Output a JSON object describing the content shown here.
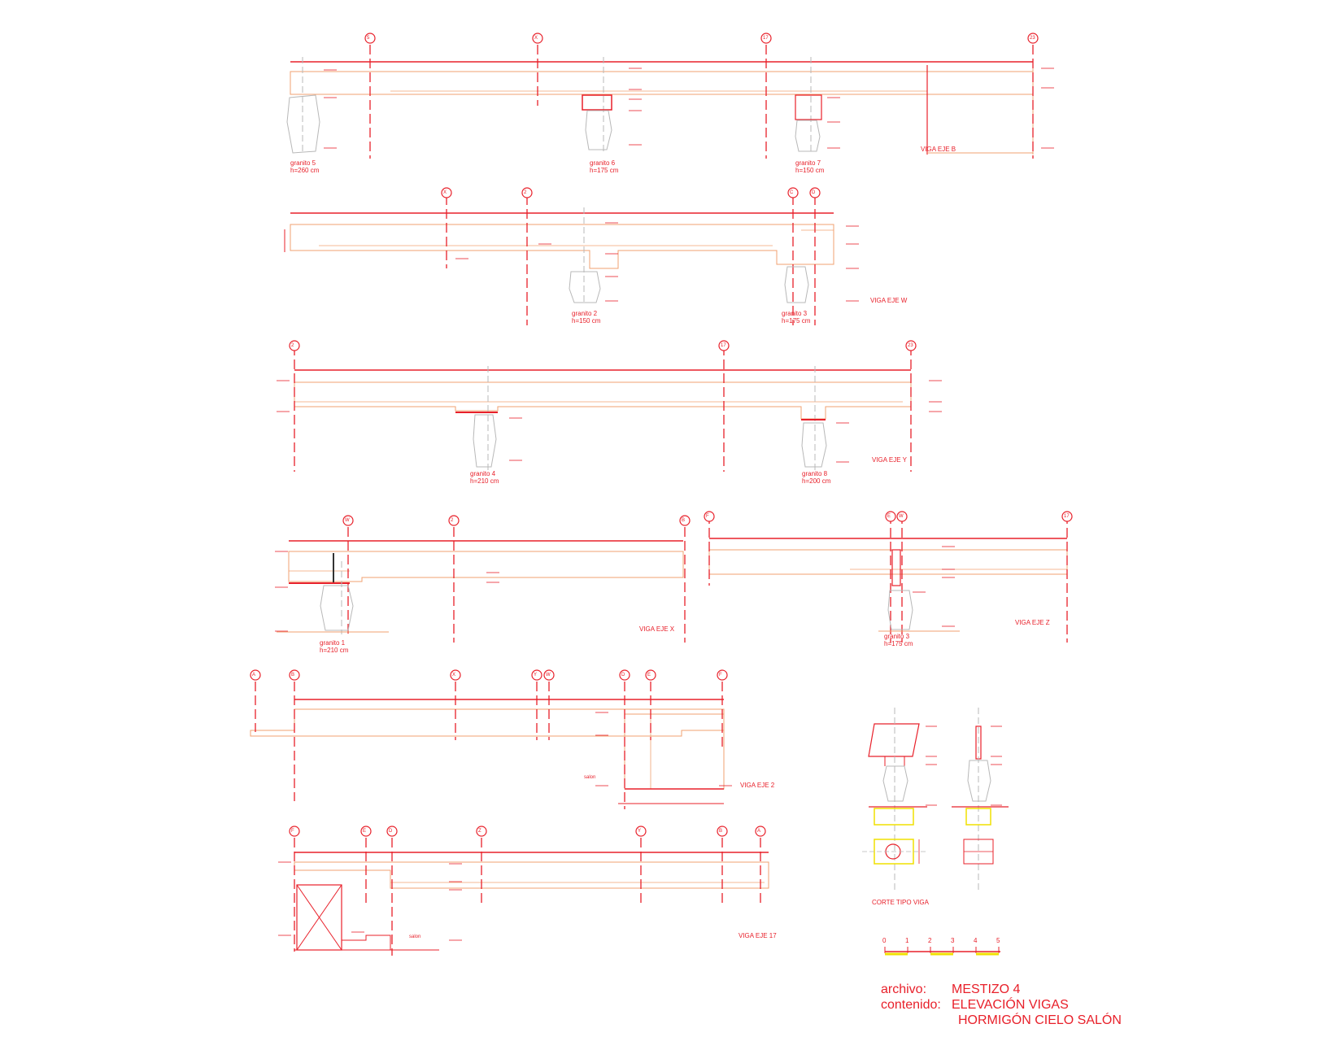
{
  "colors": {
    "red": "#e8202a",
    "salmon": "#f0a070",
    "grey": "#b8b8b8",
    "yellow": "#f0e000"
  },
  "beams": {
    "b": {
      "title": "VIGA EJE B",
      "axes": [
        "5",
        "X",
        "17",
        "23"
      ],
      "granites": [
        {
          "name": "granito 5",
          "height": "h=260 cm"
        },
        {
          "name": "granito 6",
          "height": "h=175 cm"
        },
        {
          "name": "granito 7",
          "height": "h=150 cm"
        }
      ]
    },
    "w": {
      "title": "VIGA EJE W",
      "axes": [
        "X",
        "2",
        "C",
        "D"
      ],
      "granites": [
        {
          "name": "granito 2",
          "height": "h=150 cm"
        },
        {
          "name": "granito 3",
          "height": "h=175 cm"
        }
      ]
    },
    "y": {
      "title": "VIGA EJE Y",
      "axes": [
        "2",
        "17",
        "23"
      ],
      "granites": [
        {
          "name": "granito 4",
          "height": "h=210 cm"
        },
        {
          "name": "granito 8",
          "height": "h=200 cm"
        }
      ]
    },
    "x": {
      "title": "VIGA EJE X",
      "axes": [
        "W",
        "2",
        "B"
      ],
      "granites": [
        {
          "name": "granito 1",
          "height": "h=210 cm"
        }
      ]
    },
    "z": {
      "title": "VIGA EJE Z",
      "axes": [
        "F",
        "E",
        "W",
        "17"
      ],
      "granites": [
        {
          "name": "granito 3",
          "height": "h=175 cm"
        }
      ]
    },
    "e2": {
      "title": "VIGA EJE 2",
      "axes": [
        "A",
        "B",
        "X",
        "Y",
        "W",
        "D",
        "E",
        "F"
      ],
      "note": "salon"
    },
    "e17": {
      "title": "VIGA EJE 17",
      "axes": [
        "F",
        "E",
        "D",
        "Z",
        "Y",
        "B",
        "A"
      ],
      "note": "salon"
    }
  },
  "section": {
    "title": "CORTE  TIPO  VIGA"
  },
  "scale_bar": {
    "ticks": [
      "0",
      "1",
      "2",
      "3",
      "4",
      "5"
    ]
  },
  "title_block": {
    "file_label": "archivo:",
    "file_value": "MESTIZO 4",
    "content_label": "contenido:",
    "content_line1": "ELEVACIÓN VIGAS",
    "content_line2": "HORMIGÓN CIELO SALÓN"
  }
}
